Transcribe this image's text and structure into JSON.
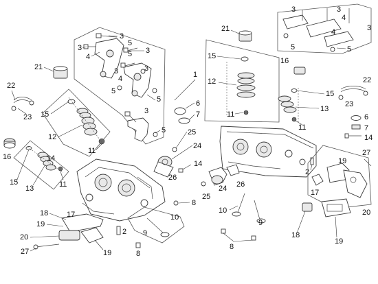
{
  "diagram": {
    "type": "exploded-parts-diagram",
    "callouts": {
      "c1": "1",
      "c2": "2",
      "c2b": "2",
      "c3a": "3",
      "c3b": "3",
      "c3c": "3",
      "c3d": "3",
      "c3e": "3",
      "c3f": "3",
      "c3g": "3",
      "c3h": "3",
      "c3i": "3",
      "c4a": "4",
      "c4b": "4",
      "c4c": "4",
      "c4d": "4",
      "c5a": "5",
      "c5b": "5",
      "c5c": "5",
      "c5d": "5",
      "c5e": "5",
      "c5f": "5",
      "c5g": "5",
      "c6": "6",
      "c6b": "6",
      "c7": "7",
      "c7b": "7",
      "c8": "8",
      "c8b": "8",
      "c8c": "8",
      "c9": "9",
      "c9b": "9",
      "c10": "10",
      "c10b": "10",
      "c11a": "11",
      "c11b": "11",
      "c11c": "11",
      "c11d": "11",
      "c12": "12",
      "c12b": "12",
      "c13": "13",
      "c13b": "13",
      "c14": "14",
      "c14b": "14",
      "c15a": "15",
      "c15b": "15",
      "c15c": "15",
      "c15d": "15",
      "c16": "16",
      "c16b": "16",
      "c17": "17",
      "c17b": "17",
      "c18": "18",
      "c18b": "18",
      "c19": "19",
      "c19b": "19",
      "c19c": "19",
      "c19d": "19",
      "c20": "20",
      "c20b": "20",
      "c21": "21",
      "c21b": "21",
      "c22": "22",
      "c22b": "22",
      "c23": "23",
      "c23b": "23",
      "c24": "24",
      "c24b": "24",
      "c25": "25",
      "c25b": "25",
      "c26": "26",
      "c26b": "26",
      "c27": "27",
      "c27b": "27"
    }
  }
}
